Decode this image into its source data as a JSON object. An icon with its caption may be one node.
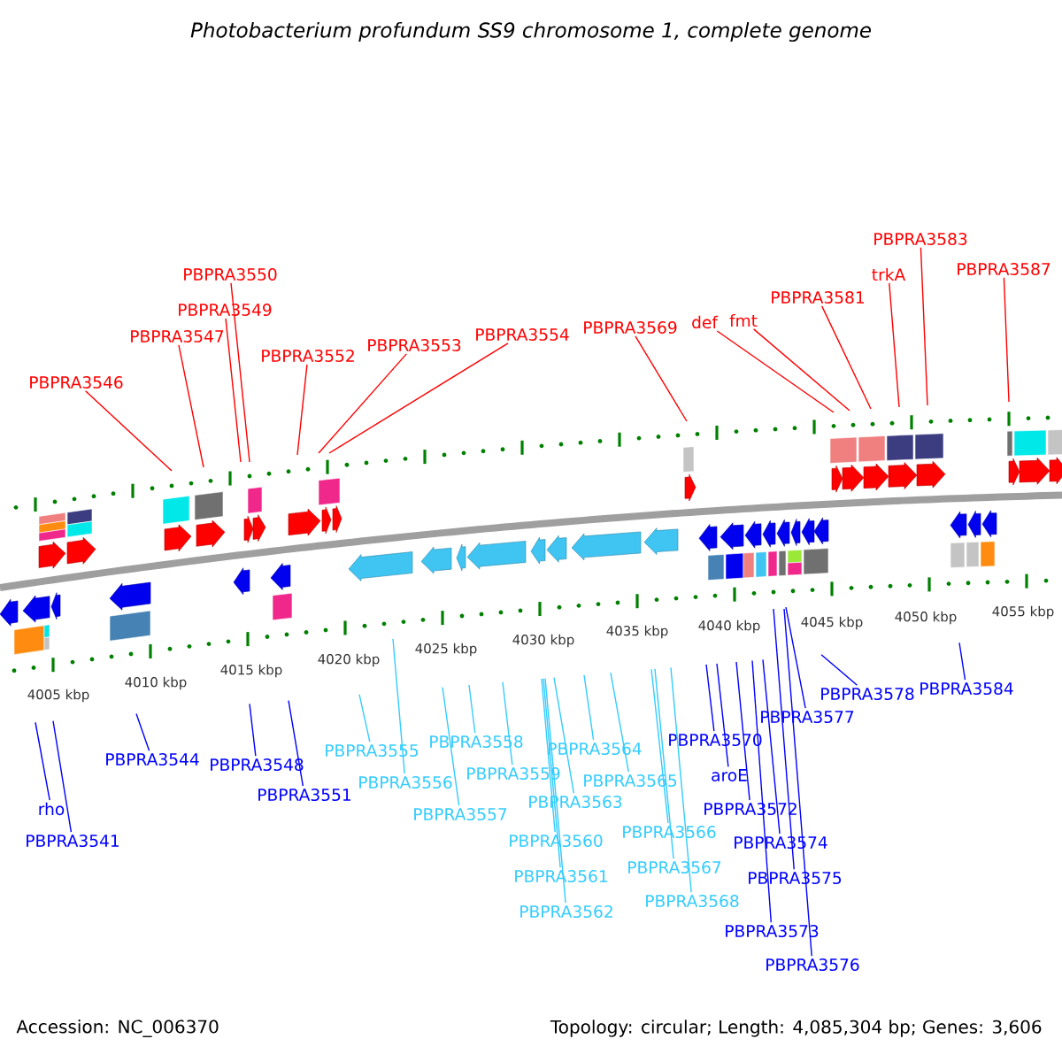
{
  "diagram": {
    "title": "Photobacterium profundum SS9 chromosome 1, complete genome",
    "nodes": [
      {
        "text": [
          "PBPRA3546"
        ]
      },
      {
        "text": [
          "PBPRA3547"
        ]
      },
      {
        "text": [
          "PBPRA3549"
        ]
      },
      {
        "text": [
          "PBPRA3550"
        ]
      },
      {
        "text": [
          "PBPRA3552"
        ]
      },
      {
        "text": [
          "PBPRA3553"
        ]
      },
      {
        "text": [
          "PBPRA3554"
        ]
      },
      {
        "text": [
          "PBPRA3569"
        ]
      },
      {
        "text": [
          "def"
        ]
      },
      {
        "text": [
          "fmt"
        ]
      },
      {
        "text": [
          "PBPRA3581"
        ]
      },
      {
        "text": [
          "trkA"
        ]
      },
      {
        "text": [
          "PBPRA3583"
        ]
      },
      {
        "text": [
          "PBPRA3587"
        ]
      },
      {
        "text": [
          "rho"
        ]
      },
      {
        "text": [
          "PBPRA3541"
        ]
      },
      {
        "text": [
          "PBPRA3544"
        ]
      },
      {
        "text": [
          "PBPRA3548"
        ]
      },
      {
        "text": [
          "PBPRA3551"
        ]
      },
      {
        "text": [
          "PBPRA3555"
        ]
      },
      {
        "text": [
          "PBPRA3556"
        ]
      },
      {
        "text": [
          "PBPRA3557"
        ]
      },
      {
        "text": [
          "PBPRA3558"
        ]
      },
      {
        "text": [
          "PBPRA3559"
        ]
      },
      {
        "text": [
          "PBPRA3560"
        ]
      },
      {
        "text": [
          "PBPRA3561"
        ]
      },
      {
        "text": [
          "PBPRA3562"
        ]
      },
      {
        "text": [
          "PBPRA3563"
        ]
      },
      {
        "text": [
          "PBPRA3564"
        ]
      },
      {
        "text": [
          "PBPRA3565"
        ]
      },
      {
        "text": [
          "PBPRA3566"
        ]
      },
      {
        "text": [
          "PBPRA3567"
        ]
      },
      {
        "text": [
          "PBPRA3568"
        ]
      },
      {
        "text": [
          "PBPRA3570"
        ]
      },
      {
        "text": [
          "aroE"
        ]
      },
      {
        "text": [
          "PBPRA3572"
        ]
      },
      {
        "text": [
          "PBPRA3573"
        ]
      },
      {
        "text": [
          "PBPRA3574"
        ]
      },
      {
        "text": [
          "PBPRA3575"
        ]
      },
      {
        "text": [
          "PBPRA3576"
        ]
      },
      {
        "text": [
          "PBPRA3577"
        ]
      },
      {
        "text": [
          "PBPRA3578"
        ]
      },
      {
        "text": [
          "PBPRA3584"
        ]
      }
    ],
    "edges": [
      {
        "from": 0,
        "to": null,
        "arrow": "none",
        "color": "#ff0000"
      },
      {
        "from": 1,
        "to": null,
        "arrow": "none",
        "color": "#ff0000"
      },
      {
        "from": 2,
        "to": null,
        "arrow": "none",
        "color": "#ff0000"
      },
      {
        "from": 3,
        "to": null,
        "arrow": "none",
        "color": "#ff0000"
      },
      {
        "from": 4,
        "to": null,
        "arrow": "none",
        "color": "#ff0000"
      },
      {
        "from": 5,
        "to": null,
        "arrow": "none",
        "color": "#ff0000"
      },
      {
        "from": 6,
        "to": null,
        "arrow": "none",
        "color": "#ff0000"
      },
      {
        "from": 7,
        "to": null,
        "arrow": "none",
        "color": "#ff0000"
      },
      {
        "from": 8,
        "to": null,
        "arrow": "none",
        "color": "#ff0000"
      },
      {
        "from": 9,
        "to": null,
        "arrow": "none",
        "color": "#ff0000"
      },
      {
        "from": 10,
        "to": null,
        "arrow": "none",
        "color": "#ff0000"
      },
      {
        "from": 11,
        "to": null,
        "arrow": "none",
        "color": "#ff0000"
      },
      {
        "from": 12,
        "to": null,
        "arrow": "none",
        "color": "#ff0000"
      },
      {
        "from": 13,
        "to": null,
        "arrow": "none",
        "color": "#ff0000"
      },
      {
        "from": 14,
        "to": null,
        "arrow": "none"
      },
      {
        "from": 15,
        "to": null,
        "arrow": "none"
      },
      {
        "from": 16,
        "to": null,
        "arrow": "none"
      },
      {
        "from": 17,
        "to": null,
        "arrow": "none"
      },
      {
        "from": 18,
        "to": null,
        "arrow": "none"
      },
      {
        "from": 19,
        "to": null,
        "arrow": "none",
        "color": "#33ccff"
      },
      {
        "from": 20,
        "to": null,
        "arrow": "none",
        "color": "#33ccff"
      },
      {
        "from": 21,
        "to": null,
        "arrow": "none",
        "color": "#33ccff"
      },
      {
        "from": 22,
        "to": null,
        "arrow": "none",
        "color": "#33ccff"
      },
      {
        "from": 23,
        "to": null,
        "arrow": "none",
        "color": "#33ccff"
      },
      {
        "from": 24,
        "to": null,
        "arrow": "none",
        "color": "#33ccff"
      },
      {
        "from": 25,
        "to": null,
        "arrow": "none",
        "color": "#33ccff"
      },
      {
        "from": 26,
        "to": null,
        "arrow": "none",
        "color": "#33ccff"
      },
      {
        "from": 27,
        "to": null,
        "arrow": "none",
        "color": "#33ccff"
      },
      {
        "from": 28,
        "to": null,
        "arrow": "none",
        "color": "#33ccff"
      },
      {
        "from": 29,
        "to": null,
        "arrow": "none",
        "color": "#33ccff"
      },
      {
        "from": 30,
        "to": null,
        "arrow": "none",
        "color": "#33ccff"
      },
      {
        "from": 31,
        "to": null,
        "arrow": "none",
        "color": "#33ccff"
      },
      {
        "from": 32,
        "to": null,
        "arrow": "none",
        "color": "#33ccff"
      },
      {
        "from": 33,
        "to": null,
        "arrow": "none"
      },
      {
        "from": 34,
        "to": null,
        "arrow": "none"
      },
      {
        "from": 35,
        "to": null,
        "arrow": "none"
      },
      {
        "from": 36,
        "to": null,
        "arrow": "none"
      },
      {
        "from": 37,
        "to": null,
        "arrow": "none"
      },
      {
        "from": 38,
        "to": null,
        "arrow": "none"
      },
      {
        "from": 39,
        "to": null,
        "arrow": "none"
      },
      {
        "from": 40,
        "to": null,
        "arrow": "none"
      },
      {
        "from": 41,
        "to": null,
        "arrow": "none"
      },
      {
        "from": 42,
        "to": null,
        "arrow": "none"
      }
    ],
    "labels": [
      "4005 kbp",
      "4010 kbp",
      "4015 kbp",
      "4020 kbp",
      "4025 kbp",
      "4030 kbp",
      "4035 kbp",
      "4040 kbp",
      "4045 kbp",
      "4050 kbp",
      "4055 kbp",
      "Accession: NC_006370",
      "Topology: circular; Length: 4,085,304 bp; Genes: 3,606"
    ]
  }
}
